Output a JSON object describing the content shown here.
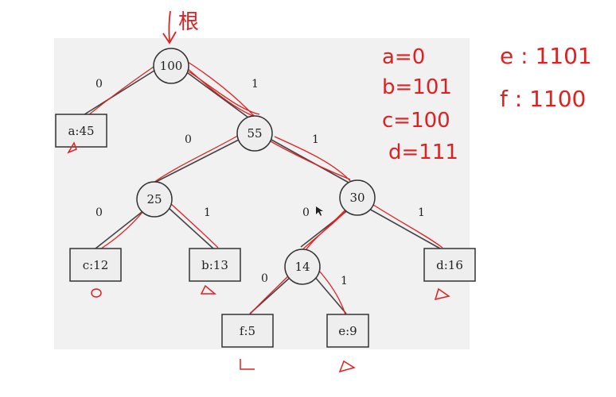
{
  "colors": {
    "panel": "#f1f1f1",
    "node_fill": "#eeeeee",
    "node_stroke": "#333333",
    "annotation": "#e02020"
  },
  "tree": {
    "root_marker": "根",
    "internal_nodes": {
      "n100": "100",
      "n55": "55",
      "n25": "25",
      "n30": "30",
      "n14": "14"
    },
    "leaves": {
      "a": "a:45",
      "c": "c:12",
      "b": "b:13",
      "d": "d:16",
      "f": "f:5",
      "e": "e:9"
    },
    "edge_labels": {
      "n100_a": "0",
      "n100_n55": "1",
      "n55_n25": "0",
      "n55_n30": "1",
      "n25_c": "0",
      "n25_b": "1",
      "n30_n14": "0",
      "n30_d": "1",
      "n14_f": "0",
      "n14_e": "1"
    }
  },
  "handwritten_codes": {
    "a": "a=0",
    "b": "b=101",
    "c": "c=100",
    "d": "d=111",
    "e": "e : 1101",
    "f": "f : 1100"
  }
}
